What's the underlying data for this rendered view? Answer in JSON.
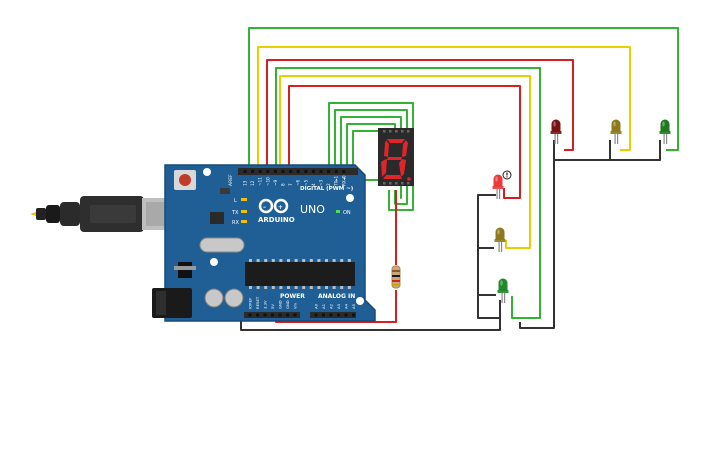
{
  "board": {
    "brand_label": "ARDUINO",
    "model_label": "UNO",
    "digital_header_label": "DIGITAL (PWM ~)",
    "power_label": "POWER",
    "analog_label": "ANALOG IN",
    "on_label": "ON",
    "tx_label": "TX",
    "rx_label": "RX",
    "l_label": "L",
    "aref_label": "AREF",
    "gnd_label": "GND",
    "digital_pins": [
      "13",
      "12",
      "~11",
      "~10",
      "~9",
      "8",
      "7",
      "~6",
      "~5",
      "4",
      "~3",
      "2",
      "TX▸1",
      "RX◂0"
    ],
    "power_pins": [
      "IOREF",
      "RESET",
      "3.3V",
      "5V",
      "GND",
      "GND",
      "Vin"
    ],
    "analog_pins": [
      "A0",
      "A1",
      "A2",
      "A3",
      "A4",
      "A5"
    ],
    "colors": {
      "pcb": "#1f5f96",
      "pcb_edge": "#174a77",
      "header": "#2b2b2b",
      "chip": "#1c1c1c"
    }
  },
  "display": {
    "digit": "8",
    "colors": {
      "body": "#2a2a2a",
      "segment_on": "#e0242a"
    }
  },
  "leds": [
    {
      "name": "led-red-top",
      "color": "#7a1414"
    },
    {
      "name": "led-yellow-top",
      "color": "#8d7a1c"
    },
    {
      "name": "led-green-top",
      "color": "#1f7a1f"
    },
    {
      "name": "led-red-left",
      "color": "#e83a3a"
    },
    {
      "name": "led-yellow-left",
      "color": "#8d7a1c"
    },
    {
      "name": "led-green-left",
      "color": "#1f8a2a"
    }
  ],
  "warning_icon": "info-icon",
  "resistor": {
    "color": "#c9a97a"
  },
  "wire_colors": {
    "green": "#33b233",
    "yellow": "#e8d000",
    "red": "#d52020",
    "black": "#333333"
  }
}
